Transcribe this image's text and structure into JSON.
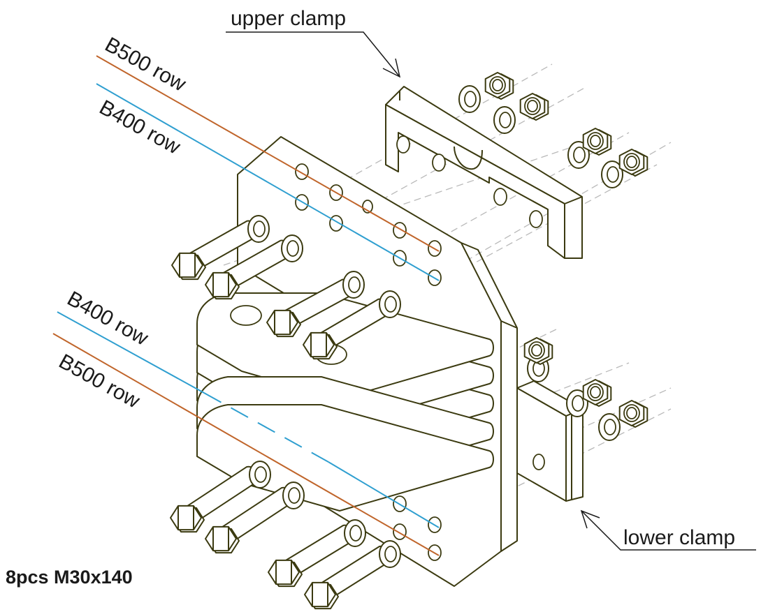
{
  "labels": {
    "upper_clamp": "upper clamp",
    "lower_clamp": "lower clamp",
    "b500_top": "B500 row",
    "b400_top": "B400 row",
    "b400_bottom": "B400 row",
    "b500_bottom": "B500 row",
    "bolts": "8pcs M30x140"
  },
  "colors": {
    "b500_row": "#c0652b",
    "b400_row": "#2f9fd0",
    "outline": "#3b3a10",
    "axis": "#b9b9b9"
  },
  "icons": {
    "bolt": "hex-bolt-icon",
    "nut": "hex-nut-icon",
    "washer": "washer-icon"
  }
}
